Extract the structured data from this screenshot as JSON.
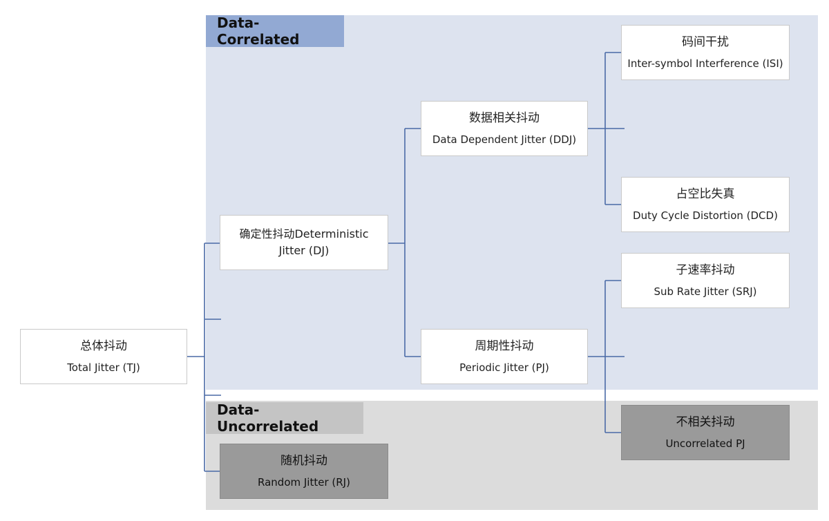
{
  "regions": {
    "correlated_label": "Data-Correlated",
    "uncorrelated_label": "Data-Uncorrelated"
  },
  "nodes": {
    "tj": {
      "zh": "总体抖动",
      "en": "Total Jitter (TJ)"
    },
    "dj": {
      "text": "确定性抖动Deterministic Jitter (DJ)"
    },
    "ddj": {
      "zh": "数据相关抖动",
      "en": "Data Dependent Jitter (DDJ)"
    },
    "pj": {
      "zh": "周期性抖动",
      "en": "Periodic Jitter (PJ)"
    },
    "isi": {
      "zh": "码间干扰",
      "en": "Inter-symbol Interference (ISI)"
    },
    "dcd": {
      "zh": "占空比失真",
      "en": "Duty Cycle Distortion (DCD)"
    },
    "srj": {
      "zh": "子速率抖动",
      "en": "Sub Rate Jitter (SRJ)"
    },
    "upj": {
      "zh": "不相关抖动",
      "en": "Uncorrelated PJ"
    },
    "rj": {
      "zh": "随机抖动",
      "en": "Random Jitter (RJ)"
    }
  },
  "colors": {
    "correlated_bg": "#dde3ef",
    "correlated_label_bg": "#92a9d3",
    "uncorrelated_bg": "#dcdcdc",
    "uncorrelated_label_bg": "#c4c4c4",
    "dark_node": "#9a9a9a",
    "connector": "#4a6aa6"
  }
}
